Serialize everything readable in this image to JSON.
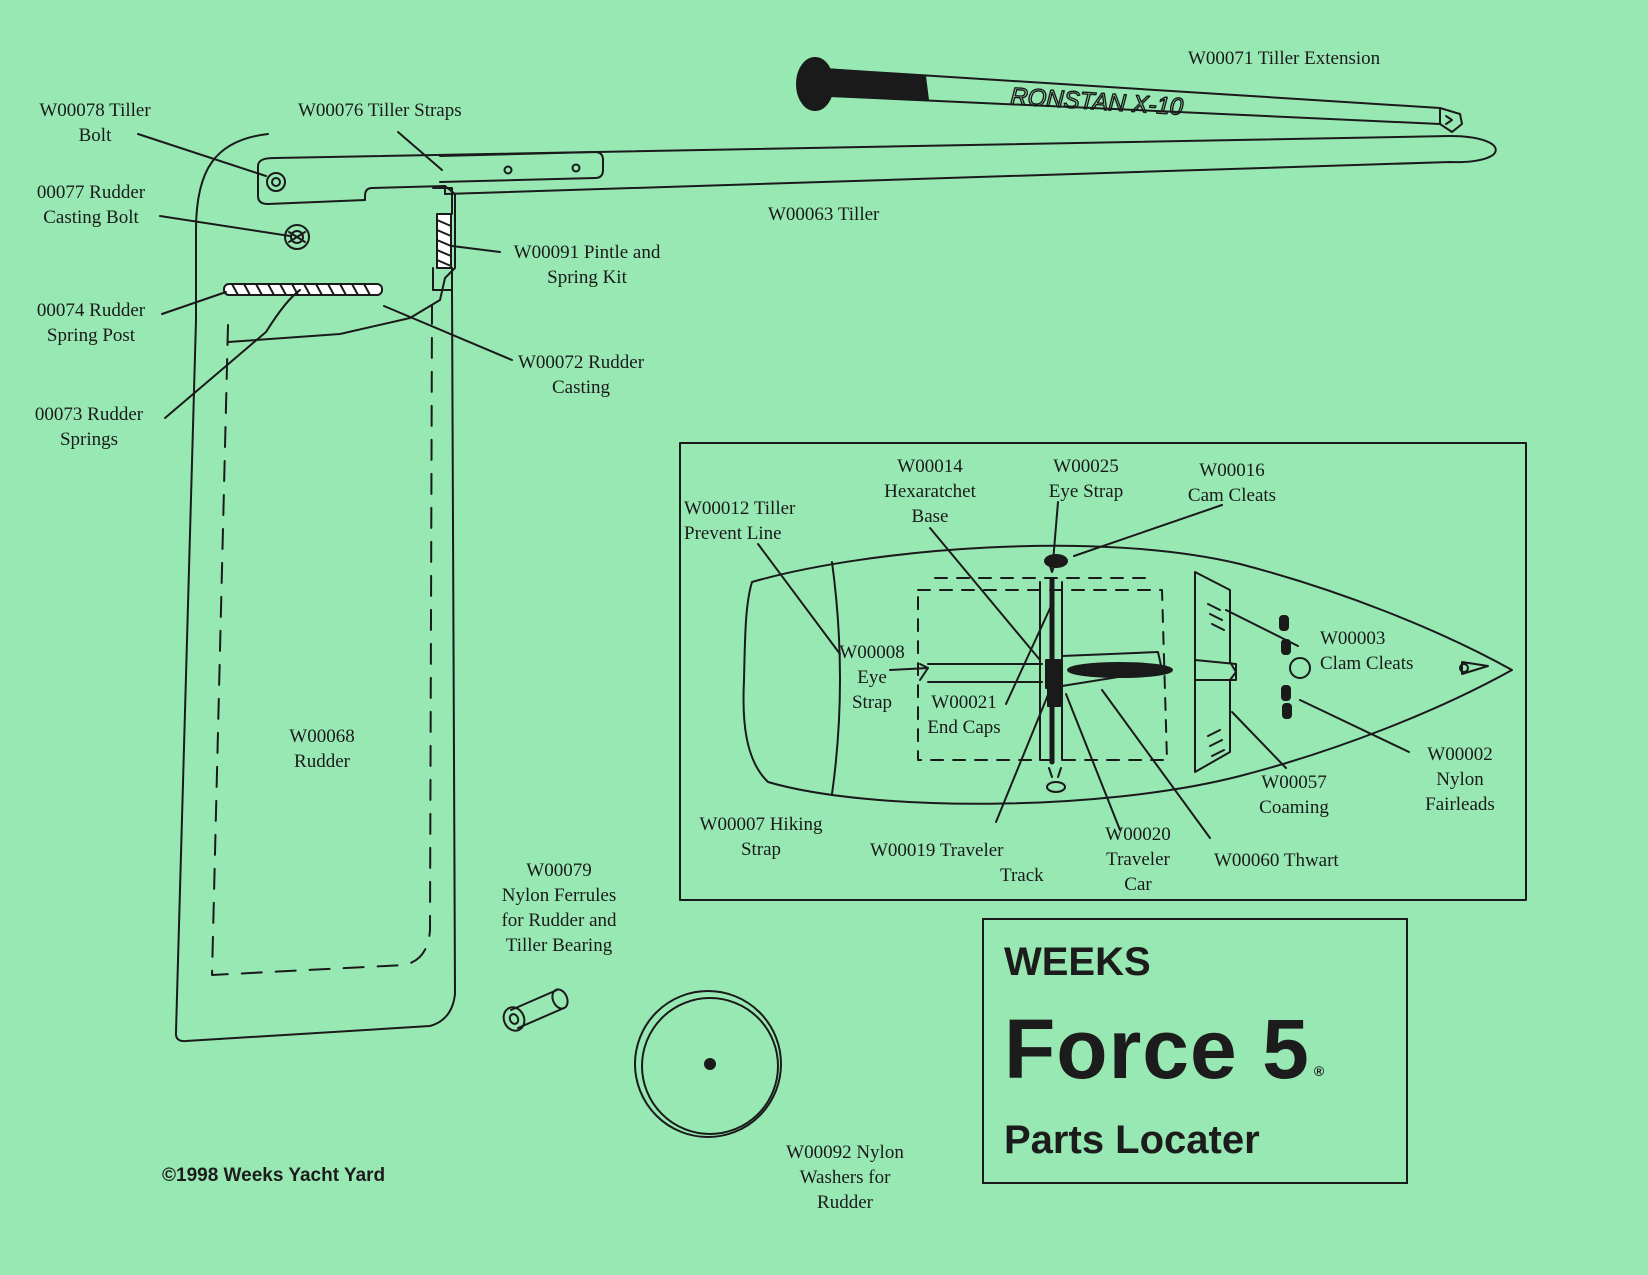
{
  "labels": {
    "tiller_extension": [
      "W00071  Tiller Extension"
    ],
    "tiller_bolt": [
      "W00078 Tiller",
      "Bolt"
    ],
    "tiller_straps": [
      "W00076 Tiller Straps"
    ],
    "rudder_casting_bolt": [
      "00077   Rudder",
      "Casting Bolt"
    ],
    "tiller": [
      "W00063   Tiller"
    ],
    "pintle_spring_kit": [
      "W00091  Pintle and",
      "Spring Kit"
    ],
    "rudder_spring_post": [
      "00074  Rudder",
      "Spring Post"
    ],
    "rudder_casting": [
      "W00072  Rudder",
      "Casting"
    ],
    "rudder_springs": [
      "00073  Rudder",
      "Springs"
    ],
    "rudder": [
      "W00068",
      "Rudder"
    ],
    "nylon_ferrules": [
      "W00079",
      "Nylon Ferrules",
      "for Rudder and",
      "Tiller Bearing"
    ],
    "nylon_washers": [
      "W00092  Nylon",
      "Washers for",
      "Rudder"
    ],
    "tiller_prevent_line": [
      "W00012  Tiller",
      "Prevent Line"
    ],
    "hexaratchet_base": [
      "W00014",
      "Hexaratchet",
      "Base"
    ],
    "eye_strap_top": [
      "W00025",
      "Eye Strap"
    ],
    "cam_cleats": [
      "W00016",
      "Cam Cleats"
    ],
    "eye_strap_side": [
      "W00008",
      "Eye",
      "Strap"
    ],
    "end_caps": [
      "W00021",
      "End Caps"
    ],
    "clam_cleats": [
      "W00003",
      "Clam Cleats"
    ],
    "nylon_fairleads": [
      "W00002",
      "Nylon",
      "Fairleads"
    ],
    "hiking_strap": [
      "W00007  Hiking",
      "Strap"
    ],
    "coaming": [
      "W00057",
      "Coaming"
    ],
    "traveler_track": [
      "W00019 Traveler",
      "Track"
    ],
    "traveler_car": [
      "W00020",
      "Traveler",
      "Car"
    ],
    "thwart": [
      "W00060   Thwart"
    ]
  },
  "tiller_extension_marking": "RONSTAN X-10",
  "title_block": {
    "brand": "WEEKS",
    "model": "Force 5",
    "registered_mark": "®",
    "subtitle": "Parts Locater"
  },
  "copyright": "©1998  Weeks Yacht Yard",
  "colors": {
    "paper": "#98e8b4",
    "ink": "#1a1a1a"
  }
}
